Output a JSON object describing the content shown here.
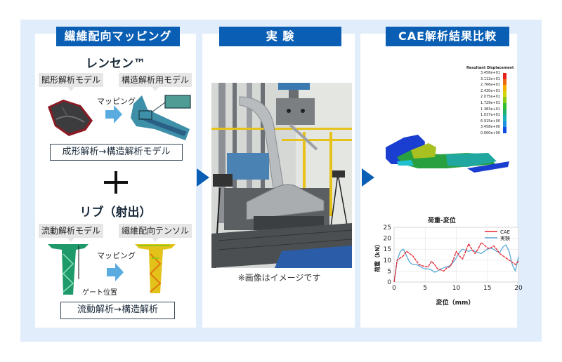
{
  "sections": [
    {
      "title": "繊維配向マッピング"
    },
    {
      "title": "実 験"
    },
    {
      "title": "CAE解析結果比較"
    }
  ],
  "fiber_mapping": {
    "lensen": {
      "title": "レンセン™",
      "source_label": "賦形解析モデル",
      "target_label": "構造解析用モデル",
      "arrow_label": "マッピング",
      "flow_label": "成形解析→構造解析モデル",
      "source_color": "#8b1a24",
      "target_color": "#3e8fa8"
    },
    "plus": "+",
    "rib": {
      "title": "リブ（射出）",
      "source_label": "流動解析モデル",
      "target_label": "繊維配向テンソル",
      "arrow_label": "マッピング",
      "gate_label": "ゲート位置",
      "flow_label": "流動解析→構造解析",
      "source_color": "#1e9a6a",
      "target_color": "#e3c21a"
    }
  },
  "experiment": {
    "photo_alt": "test-rig-photo",
    "note": "※画像はイメージです"
  },
  "cae": {
    "contour": {
      "title": "Resultant Displacement",
      "legend_values": [
        "3.458e+01",
        "3.112e+01",
        "2.766e+01",
        "2.420e+01",
        "2.075e+01",
        "1.729e+01",
        "1.383e+01",
        "1.037e+01",
        "6.915e+00",
        "3.458e+00",
        "0.000e+00"
      ],
      "legend_colors": [
        "#e8201a",
        "#ee6a10",
        "#f5b000",
        "#d4d40c",
        "#8ccc14",
        "#30c030",
        "#20b070",
        "#18b0b8",
        "#2090e0",
        "#1050e0",
        "#0a20c8"
      ]
    }
  },
  "chart_data": {
    "type": "line",
    "title": "荷重-変位",
    "xlabel": "変位（mm）",
    "ylabel": "荷重（kN）",
    "xlim": [
      0,
      20
    ],
    "ylim": [
      0,
      25
    ],
    "xticks": [
      0,
      5,
      10,
      15,
      20
    ],
    "yticks": [
      0,
      5,
      10,
      15,
      20,
      25
    ],
    "grid": true,
    "legend_position": "upper right",
    "series": [
      {
        "name": "CAE",
        "color": "#e8202a",
        "style": "dashed",
        "x": [
          0,
          0.5,
          1,
          1.5,
          2,
          2.5,
          3,
          3.5,
          4,
          4.5,
          5,
          5.5,
          6,
          6.5,
          7,
          7.5,
          8,
          8.5,
          9,
          9.5,
          10,
          10.5,
          11,
          11.5,
          12,
          12.5,
          13,
          13.5,
          14,
          14.5,
          15,
          15.5,
          16,
          16.5,
          17,
          17.5,
          18,
          18.5,
          19,
          19.5,
          20
        ],
        "y": [
          0,
          10,
          11,
          12,
          14,
          13,
          12,
          10,
          8,
          7.5,
          7,
          7,
          9.5,
          8,
          6,
          5.5,
          5,
          6.5,
          7,
          10,
          14,
          12,
          10.5,
          14,
          17.5,
          15,
          13,
          15,
          18,
          17,
          15.5,
          15.5,
          16.5,
          15,
          13,
          12,
          11,
          10,
          9,
          8,
          9.5
        ]
      },
      {
        "name": "実験",
        "color": "#5aa8d8",
        "style": "solid",
        "x": [
          0,
          0.5,
          1,
          1.5,
          2,
          2.5,
          3,
          3.5,
          4,
          4.5,
          5,
          5.5,
          6,
          6.5,
          7,
          7.5,
          8,
          8.5,
          9,
          9.5,
          10,
          10.5,
          11,
          11.5,
          12,
          12.5,
          13,
          13.5,
          14,
          14.5,
          15,
          15.5,
          16,
          16.5,
          17,
          17.5,
          18,
          18.5,
          19,
          19.5,
          20
        ],
        "y": [
          0,
          10,
          14,
          15,
          12,
          9,
          8,
          8,
          7.5,
          6.5,
          6,
          6,
          5.5,
          4.5,
          5,
          6,
          6.5,
          7,
          7.5,
          9,
          11,
          13.5,
          15,
          14.5,
          14,
          14.5,
          14,
          13.5,
          13,
          14,
          15,
          15.5,
          15,
          14,
          13.5,
          16,
          17,
          14,
          8,
          5,
          11.5
        ]
      }
    ]
  }
}
